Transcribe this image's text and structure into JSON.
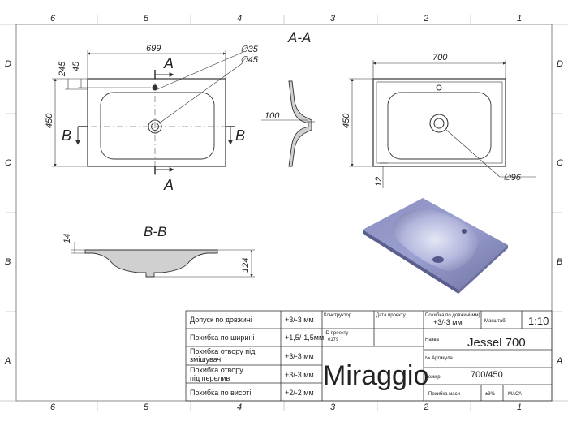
{
  "zones": {
    "columns": [
      "6",
      "5",
      "4",
      "3",
      "2",
      "1"
    ],
    "rows": [
      "D",
      "C",
      "B",
      "A"
    ]
  },
  "views": {
    "section_aa_title": "A-A",
    "section_bb_title": "B-B",
    "cut_a": "A",
    "cut_b": "B"
  },
  "dimensions": {
    "top_width": "699",
    "top_depth": "450",
    "hole_offset_1": "245",
    "hole_offset_2": "45",
    "dia_35": "∅35",
    "dia_45": "∅45",
    "section_depth": "100",
    "right_width": "700",
    "right_depth": "450",
    "right_edge": "12",
    "dia_96": "∅96",
    "bb_thickness": "14",
    "bb_height": "124"
  },
  "title_block": {
    "rows": [
      {
        "label": "Допуск по довжині",
        "value": "+3/-3 мм"
      },
      {
        "label": "Похибка по ширині",
        "value": "+1,5/-1,5мм"
      },
      {
        "label": "Похибка отвору під змішувач",
        "value": "+3/-3 мм"
      },
      {
        "label": "Похибка отвору під перелив",
        "value": "+3/-3 мм"
      },
      {
        "label": "Похибка по висоті",
        "value": "+2/-2 мм"
      }
    ],
    "designer_label": "Конструктор",
    "date_label": "Дата проекту",
    "project_id_label": "ID проекту",
    "project_id": "0179",
    "brand": "Miraggio",
    "length_tol_label": "Похибка по довжині(мм)",
    "length_tol_value": "+3/-3 мм",
    "scale_label": "Масштаб",
    "scale_value": "1:10",
    "name_label": "Назва",
    "name_value": "Jessel 700",
    "article_label": "№ Артикула",
    "size_label": "Розмір",
    "size_value": "700/450",
    "mass_tol_label": "Похибка маси",
    "mass_tol_value": "±3%",
    "mass_label": "МАСА"
  },
  "colors": {
    "line": "#333333",
    "render_light": "#c8cbe6",
    "render_mid": "#8f93c0",
    "render_dark": "#5f6392",
    "section_fill": "#d0d0d0"
  }
}
